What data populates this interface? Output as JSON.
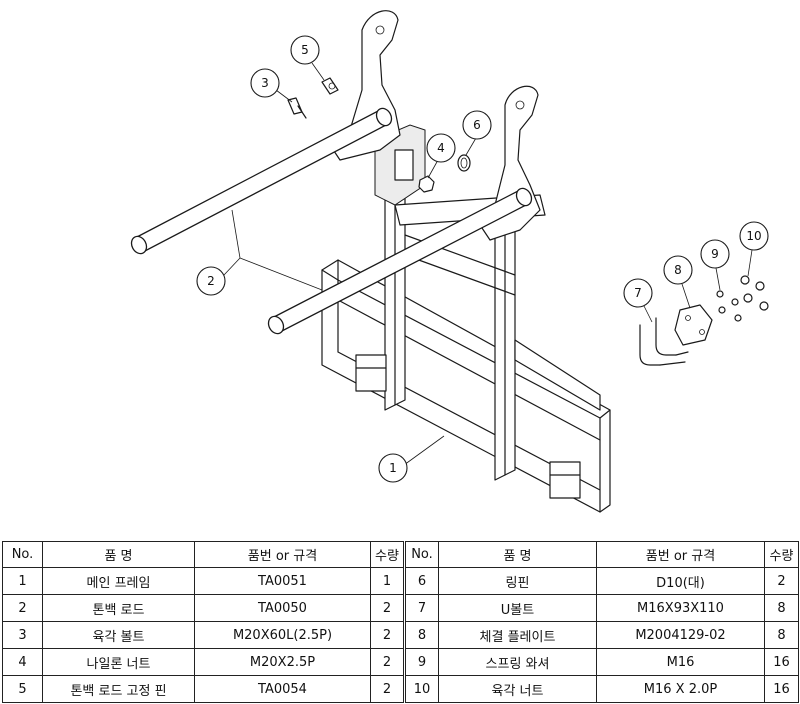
{
  "balloons": [
    "1",
    "2",
    "3",
    "4",
    "5",
    "6",
    "7",
    "8",
    "9",
    "10"
  ],
  "table": {
    "headers": [
      "No.",
      "품  명",
      "품번 or 규격",
      "수량",
      "No.",
      "품  명",
      "품번 or 규격",
      "수량"
    ],
    "rows": [
      [
        "1",
        "메인 프레임",
        "TA0051",
        "1",
        "6",
        "링핀",
        "D10(대)",
        "2"
      ],
      [
        "2",
        "톤백 로드",
        "TA0050",
        "2",
        "7",
        "U볼트",
        "M16X93X110",
        "8"
      ],
      [
        "3",
        "육각 볼트",
        "M20X60L(2.5P)",
        "2",
        "8",
        "체결 플레이트",
        "M2004129-02",
        "8"
      ],
      [
        "4",
        "나일론 너트",
        "M20X2.5P",
        "2",
        "9",
        "스프링 와셔",
        "M16",
        "16"
      ],
      [
        "5",
        "톤백 로드 고정 핀",
        "TA0054",
        "2",
        "10",
        "육각 너트",
        "M16 X 2.0P",
        "16"
      ]
    ]
  }
}
